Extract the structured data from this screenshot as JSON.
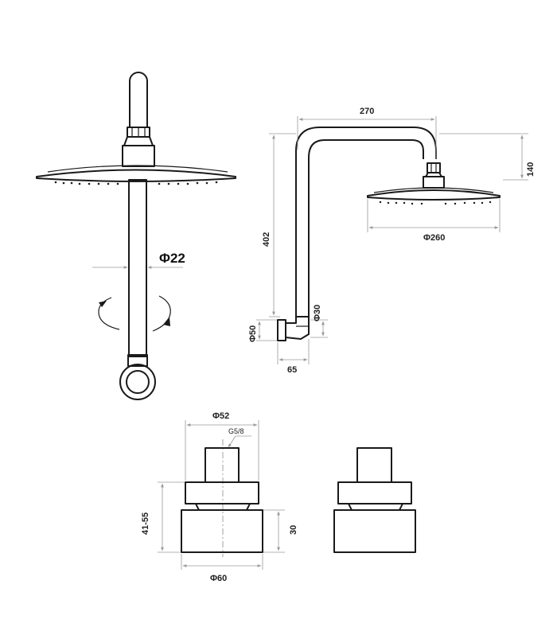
{
  "labels": {
    "arm_diameter": "Φ22",
    "arm_length": "270",
    "arm_rise": "140",
    "total_height": "402",
    "head_diameter": "Φ260",
    "flange_diameter": "Φ50",
    "pipe_diameter": "Φ30",
    "wall_projection": "65",
    "body_diameter": "Φ52",
    "thread": "G5/8",
    "adjust_range": "41-55",
    "base_height": "30",
    "base_diameter": "Φ60"
  }
}
